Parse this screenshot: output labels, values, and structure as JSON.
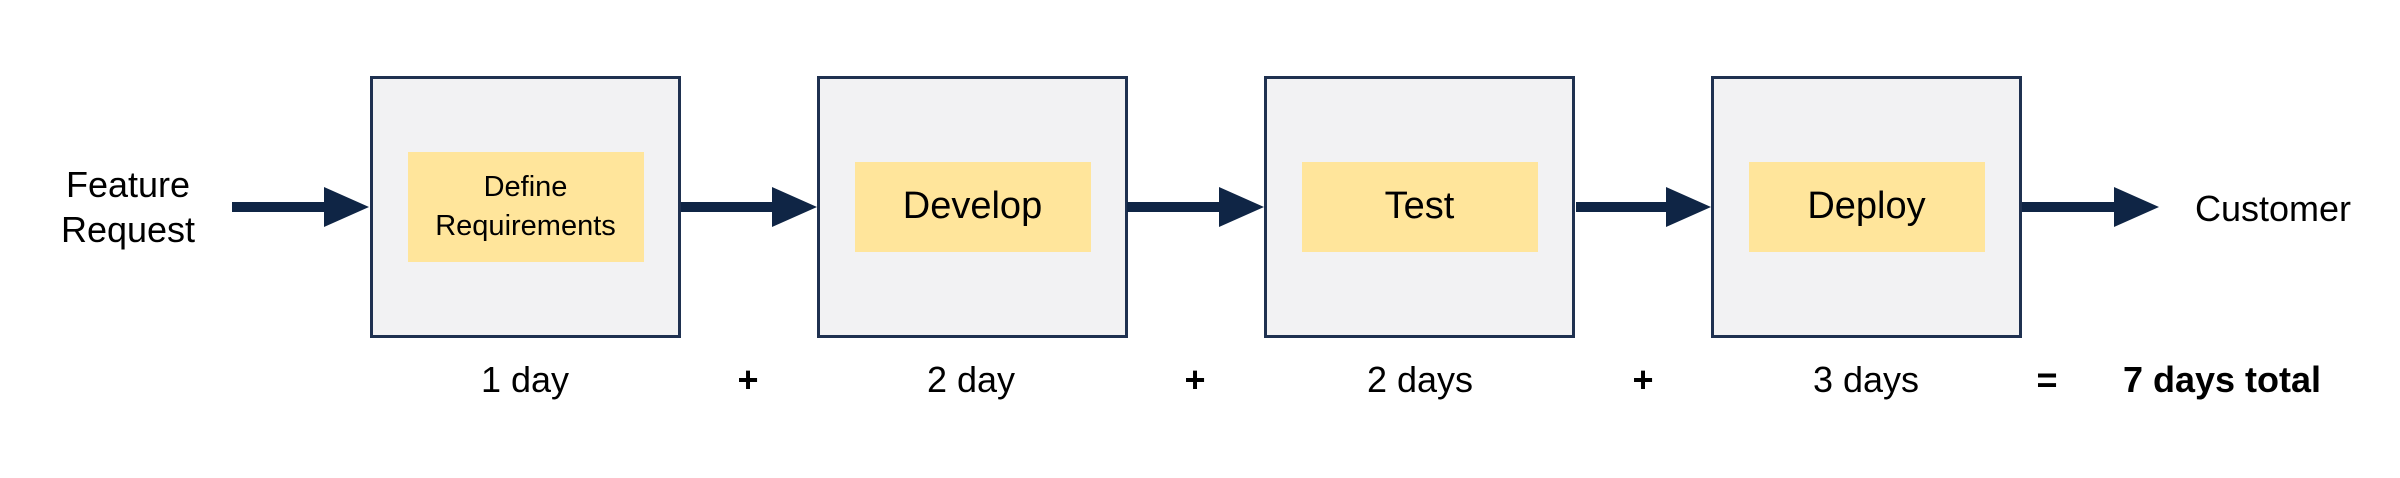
{
  "diagram": {
    "source_label": "Feature Request",
    "sink_label": "Customer",
    "stages": [
      {
        "name": "Define Requirements",
        "duration": "1 day"
      },
      {
        "name": "Develop",
        "duration": "2 day"
      },
      {
        "name": "Test",
        "duration": "2 days"
      },
      {
        "name": "Deploy",
        "duration": "3 days"
      }
    ],
    "operators": {
      "plus": "+",
      "equals": "="
    },
    "total_label": "7 days total",
    "colors": {
      "background": "#ffffff",
      "box_fill": "#f2f2f3",
      "box_border": "#1f3150",
      "stage_fill": "#ffe59b",
      "arrow": "#0f2545",
      "text": "#000000"
    }
  }
}
